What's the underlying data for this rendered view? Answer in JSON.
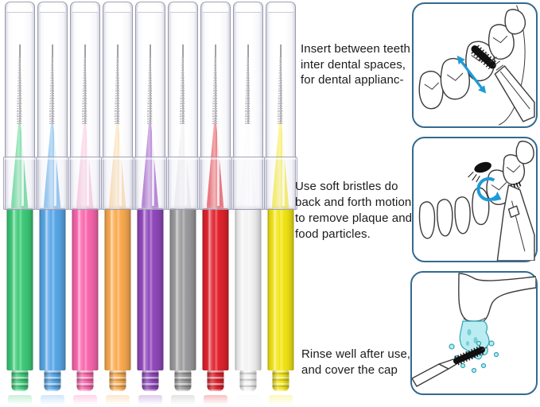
{
  "steps": [
    {
      "id": "insert",
      "text": "Insert between teeth\ninter dental spaces,\nfor dental applianc-"
    },
    {
      "id": "motion",
      "text": "Use soft bristles do\nback and forth motion\nto remove plaque and\nfood particles."
    },
    {
      "id": "rinse",
      "text": "Rinse well after use,\nand cover the cap"
    }
  ],
  "brushes": [
    {
      "name": "green",
      "body": "#3ecb79",
      "cone": "#55d48b"
    },
    {
      "name": "blue",
      "body": "#59a7e8",
      "cone": "#74b6ec"
    },
    {
      "name": "pink",
      "body": "#fa67ae",
      "cone": "#f8c6dc"
    },
    {
      "name": "orange",
      "body": "#fbab50",
      "cone": "#fbd9a8"
    },
    {
      "name": "purple",
      "body": "#9149bc",
      "cone": "#a15fc8"
    },
    {
      "name": "gray",
      "body": "#9c9c9e",
      "cone": "#ececee"
    },
    {
      "name": "red",
      "body": "#e2242e",
      "cone": "#e64850"
    },
    {
      "name": "white",
      "body": "#f3f3f4",
      "cone": "#fbfbfc"
    },
    {
      "name": "yellow",
      "body": "#f3e515",
      "cone": "#f5ea3e"
    }
  ],
  "colors": {
    "panel_border": "#336a90",
    "arrow_blue": "#1f9ad8",
    "water_fill": "#b9edf1",
    "water_stroke": "#2fa3b8",
    "line_art": "#3c3c3c",
    "text": "#1b1b1b"
  }
}
